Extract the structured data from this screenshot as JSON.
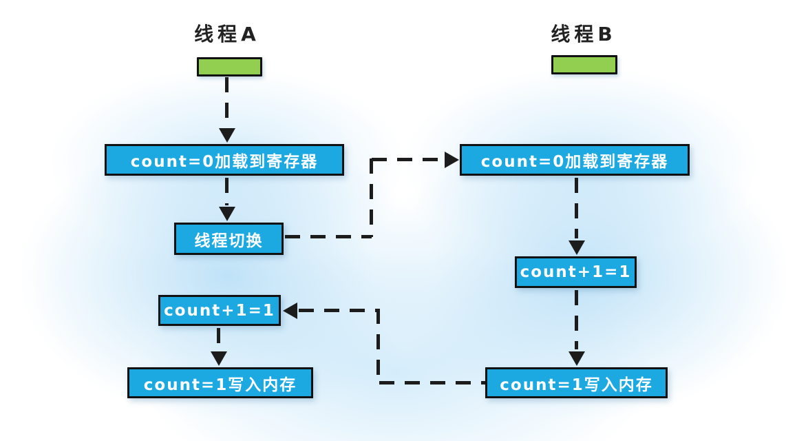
{
  "diagram": {
    "title_semantic": "thread-count-race-condition-flow",
    "colors": {
      "node_fill": "#1ca9e2",
      "node_border": "#111111",
      "node_text": "#ffffff",
      "thread_bar_fill": "#92ce50",
      "arrow_color": "#1c1c1c",
      "label_color": "#222222",
      "background_glow": "#cde8f8"
    },
    "threads": [
      {
        "id": "thread-a",
        "label": "线程A"
      },
      {
        "id": "thread-b",
        "label": "线程B"
      }
    ],
    "nodes": {
      "a_load": "count=0加载到寄存器",
      "a_switch": "线程切换",
      "a_inc": "count+1=1",
      "a_write": "count=1写入内存",
      "b_load": "count=0加载到寄存器",
      "b_inc": "count+1=1",
      "b_write": "count=1写入内存"
    },
    "edges": [
      {
        "from": "thread-a-bar",
        "to": "a_load",
        "style": "dashed-arrow"
      },
      {
        "from": "a_load",
        "to": "a_switch",
        "style": "dashed-arrow"
      },
      {
        "from": "a_switch",
        "to": "b_load",
        "style": "dashed-arrow-elbow-right-up-right"
      },
      {
        "from": "b_load",
        "to": "b_inc",
        "style": "dashed-arrow"
      },
      {
        "from": "b_inc",
        "to": "b_write",
        "style": "dashed-arrow"
      },
      {
        "from": "b_write",
        "to": "a_inc",
        "style": "dashed-arrow-elbow-left-up-left"
      },
      {
        "from": "a_inc",
        "to": "a_write",
        "style": "dashed-arrow"
      }
    ]
  }
}
